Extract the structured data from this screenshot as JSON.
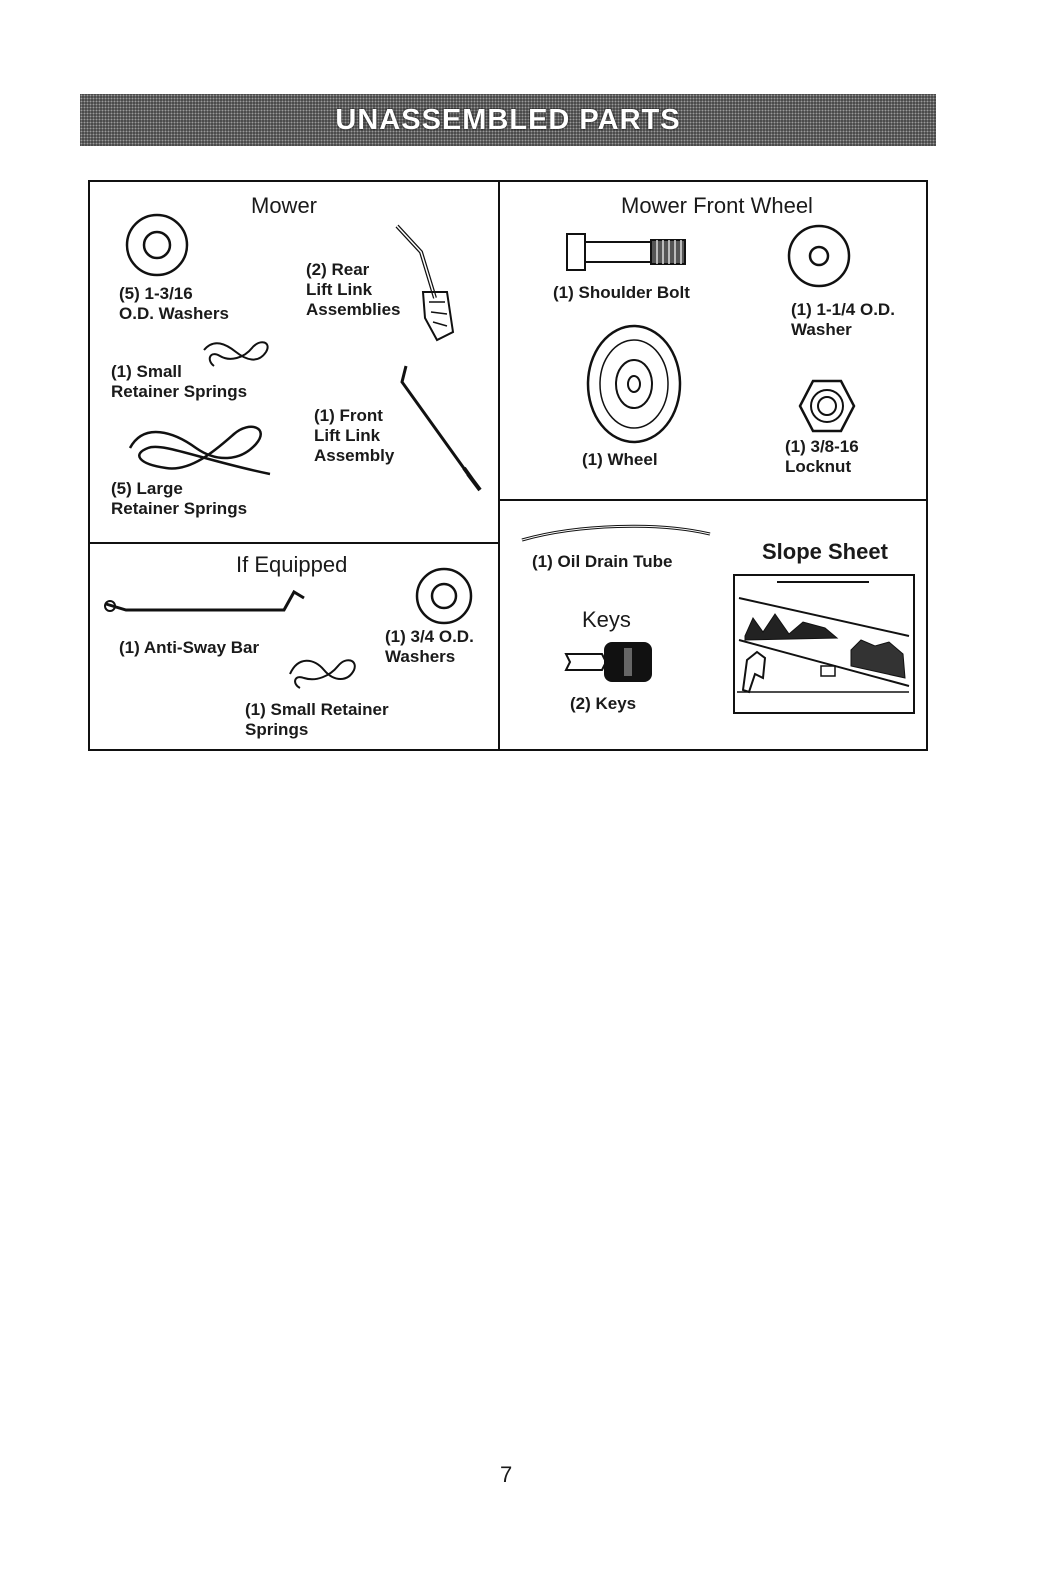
{
  "banner": {
    "title": "UNASSEMBLED PARTS"
  },
  "mower": {
    "heading": "Mower",
    "washers": "(5) 1-3/16\nO.D. Washers",
    "rear_lift_link": "(2) Rear\nLift Link\nAssemblies",
    "small_springs": "(1) Small\nRetainer Springs",
    "front_lift_link": "(1) Front\nLift Link\nAssembly",
    "large_springs": "(5) Large\nRetainer Springs"
  },
  "front_wheel": {
    "heading": "Mower Front Wheel",
    "shoulder_bolt": "(1) Shoulder Bolt",
    "washer": "(1) 1-1/4 O.D.\nWasher",
    "wheel": "(1) Wheel",
    "locknut": "(1) 3/8-16\nLocknut"
  },
  "if_equipped": {
    "heading": "If Equipped",
    "anti_sway_bar": "(1) Anti-Sway Bar",
    "washers": "(1) 3/4 O.D.\nWashers",
    "small_springs": "(1) Small Retainer\nSprings"
  },
  "misc": {
    "oil_drain_tube": "(1) Oil Drain Tube",
    "keys_heading": "Keys",
    "keys": "(2) Keys",
    "slope_heading": "Slope Sheet"
  },
  "page": {
    "number": "7"
  },
  "colors": {
    "banner_bg": "#3a3a3a",
    "line": "#111111"
  }
}
